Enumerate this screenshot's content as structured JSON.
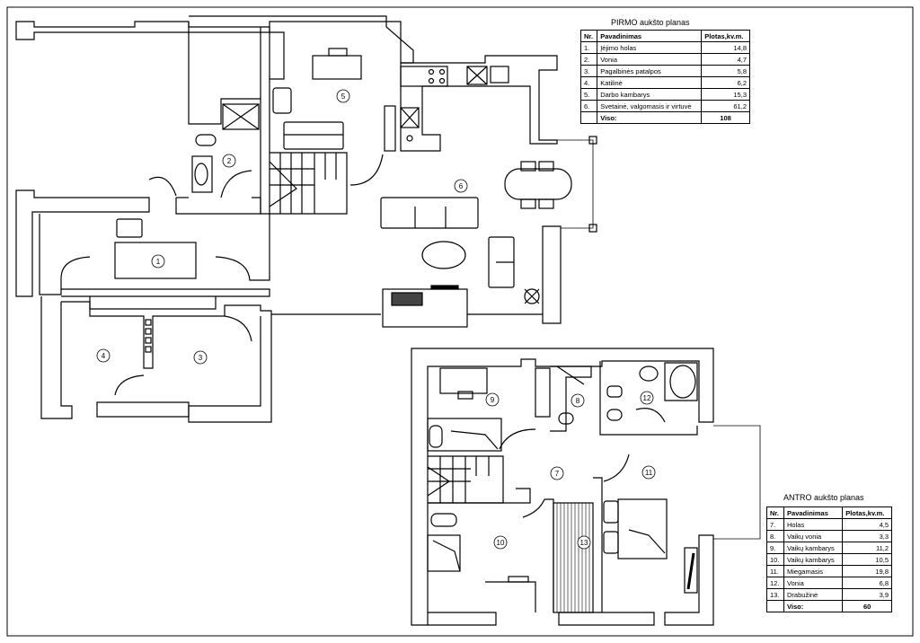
{
  "first_floor": {
    "title": "PIRMO aukšto planas",
    "headers": [
      "Nr.",
      "Pavadinimas",
      "Plotas,kv.m."
    ],
    "rows": [
      {
        "nr": "1.",
        "name": "Įėjimo holas",
        "area": "14,8"
      },
      {
        "nr": "2.",
        "name": "Vonia",
        "area": "4,7"
      },
      {
        "nr": "3.",
        "name": "Pagalbinės patalpos",
        "area": "5,8"
      },
      {
        "nr": "4.",
        "name": "Katilinė",
        "area": "6,2"
      },
      {
        "nr": "5.",
        "name": "Darbo kambarys",
        "area": "15,3"
      },
      {
        "nr": "6.",
        "name": "Svetainė, valgomasis ir virtuvė",
        "area": "61,2"
      }
    ],
    "total_label": "Viso:",
    "total_value": "108",
    "room_labels": [
      "1",
      "2",
      "3",
      "4",
      "5",
      "6"
    ]
  },
  "second_floor": {
    "title": "ANTRO aukšto planas",
    "headers": [
      "Nr.",
      "Pavadinimas",
      "Plotas,kv.m."
    ],
    "rows": [
      {
        "nr": "7.",
        "name": "Holas",
        "area": "4,5"
      },
      {
        "nr": "8.",
        "name": "Vaikų vonia",
        "area": "3,3"
      },
      {
        "nr": "9.",
        "name": "Vaikų kambarys",
        "area": "11,2"
      },
      {
        "nr": "10.",
        "name": "Vaikų kambarys",
        "area": "10,5"
      },
      {
        "nr": "11.",
        "name": "Miegamasis",
        "area": "19,8"
      },
      {
        "nr": "12.",
        "name": "Vonia",
        "area": "6,8"
      },
      {
        "nr": "13.",
        "name": "Drabužinė",
        "area": "3,9"
      }
    ],
    "total_label": "Viso:",
    "total_value": "60",
    "room_labels": [
      "7",
      "8",
      "9",
      "10",
      "11",
      "12",
      "13"
    ]
  }
}
